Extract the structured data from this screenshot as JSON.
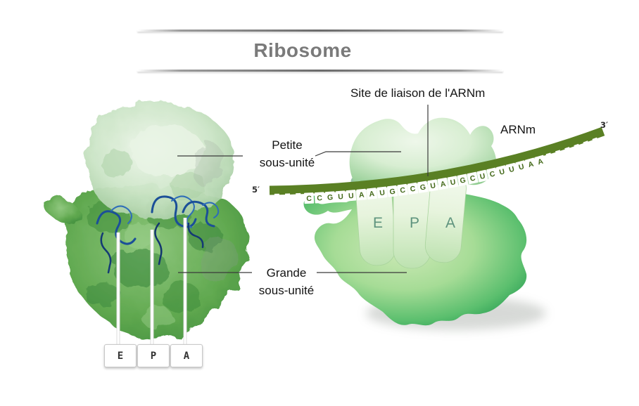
{
  "title": "Ribosome",
  "labels": {
    "binding_site": "Site de liaison de l'ARNm",
    "mrna": "ARNm",
    "small_subunit_line1": "Petite",
    "small_subunit_line2": "sous-unité",
    "large_subunit_line1": "Grande",
    "large_subunit_line2": "sous-unité",
    "five_prime": "5′",
    "three_prime": "3′"
  },
  "sites": {
    "cartoon": [
      "E",
      "P",
      "A"
    ],
    "boxes": [
      "E",
      "P",
      "A"
    ]
  },
  "mrna": {
    "sequence": "CCGUUAAUGCCGUAUGCUCUUUAA",
    "leading_blank_ticks": 3,
    "trailing_blank_ticks": 6
  },
  "colors": {
    "mrna_band": "#5a8024",
    "tile_fill": "#ffffff",
    "tile_letter": "#44691a",
    "title_gray": "#7a7a7a",
    "cartoon_site_letter": "#5e937e",
    "trna_blue": "#1b4f98"
  }
}
